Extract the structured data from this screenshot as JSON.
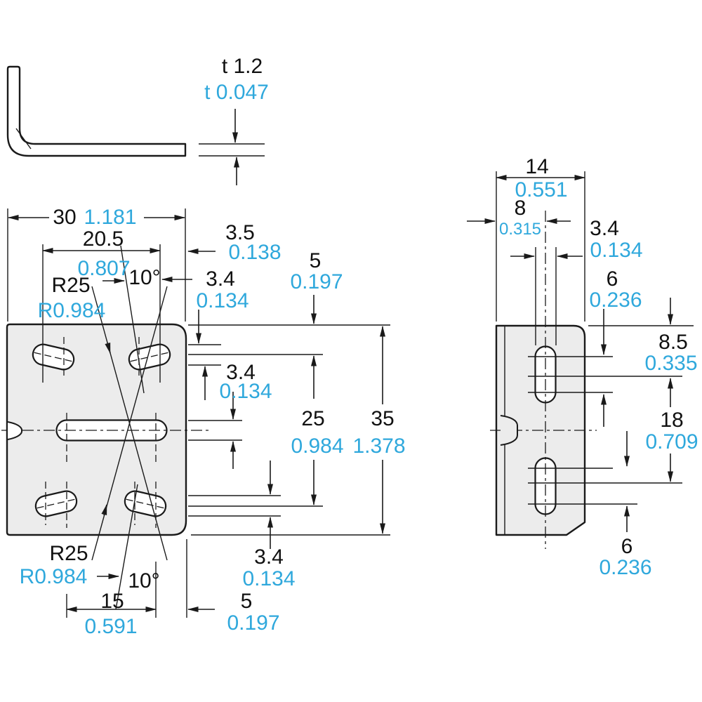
{
  "colors": {
    "line": "#1a1a1a",
    "mm_text": "#111111",
    "inch_text": "#2fa8dc",
    "plate_fill": "#ececec"
  },
  "profile_view": {
    "thickness": {
      "mm": "t 1.2",
      "inch": "t 0.047"
    }
  },
  "front_view": {
    "width": {
      "mm": "30",
      "inch": "1.181"
    },
    "slot_span_top": {
      "mm": "20.5",
      "inch": "0.807"
    },
    "edge_offset_top": {
      "mm": "3.5",
      "inch": "0.138"
    },
    "radius_top": {
      "mm": "R25",
      "inch": "R0.984"
    },
    "angle_top": {
      "deg": "10°"
    },
    "slot_width_top": {
      "mm": "3.4",
      "inch": "0.134"
    },
    "top_margin": {
      "mm": "5",
      "inch": "0.197"
    },
    "slot_width_mid": {
      "mm": "3.4",
      "inch": "0.134"
    },
    "slot_pitch": {
      "mm": "25",
      "inch": "0.984"
    },
    "height": {
      "mm": "35",
      "inch": "1.378"
    },
    "slot_width_bottom": {
      "mm": "3.4",
      "inch": "0.134"
    },
    "radius_bottom": {
      "mm": "R25",
      "inch": "R0.984"
    },
    "angle_bottom": {
      "deg": "10°"
    },
    "slot_span_bottom": {
      "mm": "15",
      "inch": "0.591"
    },
    "bottom_margin": {
      "mm": "5",
      "inch": "0.197"
    }
  },
  "side_view": {
    "width": {
      "mm": "14",
      "inch": "0.551"
    },
    "slot_center_offset": {
      "mm": "8",
      "inch": "0.315"
    },
    "slot_width": {
      "mm": "3.4",
      "inch": "0.134"
    },
    "arc_span_top": {
      "mm": "6",
      "inch": "0.236"
    },
    "top_to_slot_center": {
      "mm": "8.5",
      "inch": "0.335"
    },
    "slot_pitch": {
      "mm": "18",
      "inch": "0.709"
    },
    "arc_span_bottom": {
      "mm": "6",
      "inch": "0.236"
    }
  }
}
